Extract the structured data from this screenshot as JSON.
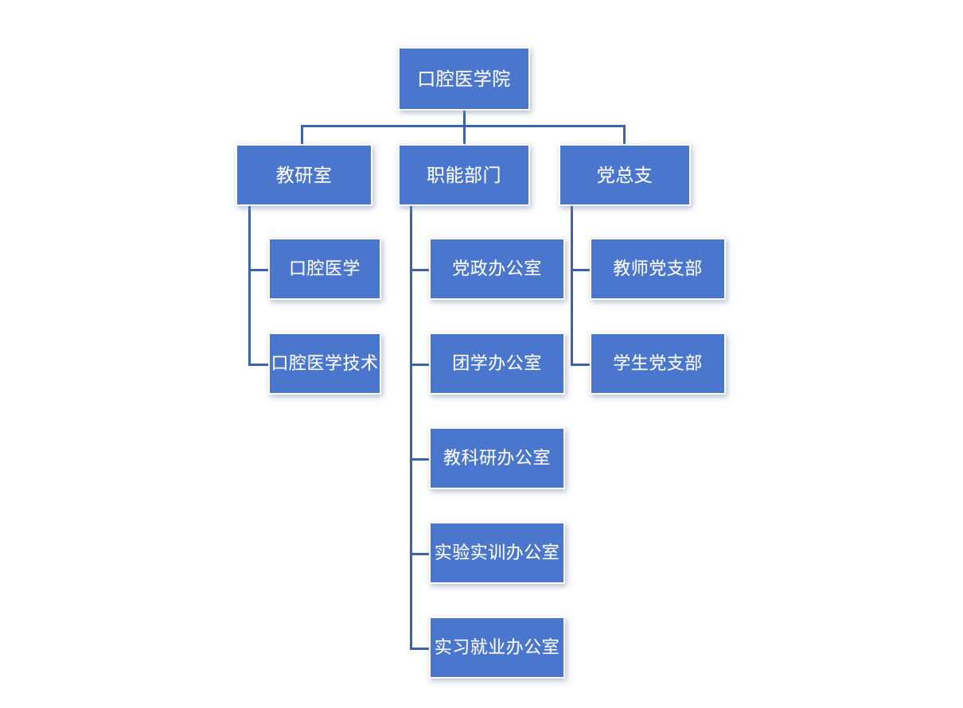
{
  "chart_title": "",
  "theme": {
    "node_fill": "#4a76cd",
    "node_border": "#ffffff",
    "connector": "#3b62ab",
    "text": "#ffffff",
    "background": "#ffffff"
  },
  "org": {
    "root": {
      "label": "口腔医学院"
    },
    "branches": [
      {
        "label": "教研室",
        "children": [
          {
            "label": "口腔医学"
          },
          {
            "label": "口腔医学技术"
          }
        ]
      },
      {
        "label": "职能部门",
        "children": [
          {
            "label": "党政办公室"
          },
          {
            "label": "团学办公室"
          },
          {
            "label": "教科研办公室"
          },
          {
            "label": "实验实训办公室"
          },
          {
            "label": "实习就业办公室"
          }
        ]
      },
      {
        "label": "党总支",
        "children": [
          {
            "label": "教师党支部"
          },
          {
            "label": "学生党支部"
          }
        ]
      }
    ]
  }
}
